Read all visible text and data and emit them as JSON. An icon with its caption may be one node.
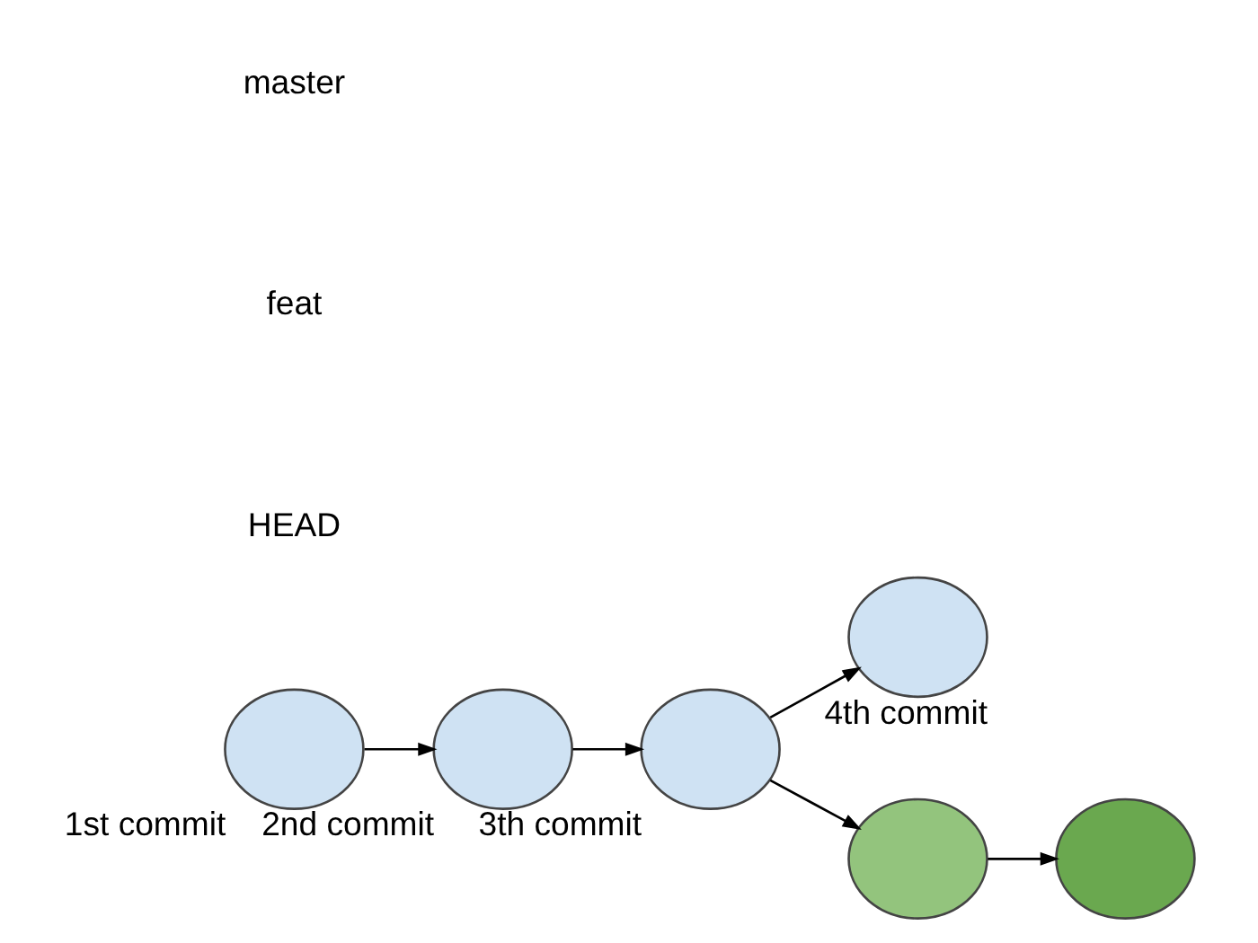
{
  "diagram": {
    "nodes": [
      {
        "text": [],
        "shape": "circle",
        "beside": [
          "1st commit"
        ]
      },
      {
        "text": [],
        "shape": "circle",
        "beside": [
          "2nd commit"
        ]
      },
      {
        "text": [],
        "shape": "circle",
        "beside": [
          "3th commit"
        ]
      },
      {
        "text": [],
        "shape": "circle",
        "beside": [
          "4th commit"
        ]
      },
      {
        "text": [],
        "shape": "circle"
      },
      {
        "text": [],
        "shape": "circle"
      }
    ],
    "edges": [
      {
        "from": 0,
        "to": 1,
        "arrow": "to"
      },
      {
        "from": 1,
        "to": 2,
        "arrow": "to"
      },
      {
        "from": 2,
        "to": 3,
        "arrow": "to"
      },
      {
        "from": 2,
        "to": 4,
        "arrow": "to"
      },
      {
        "from": 4,
        "to": 5,
        "arrow": "to"
      }
    ],
    "labels": [
      "HEAD",
      "feat",
      "master"
    ]
  }
}
